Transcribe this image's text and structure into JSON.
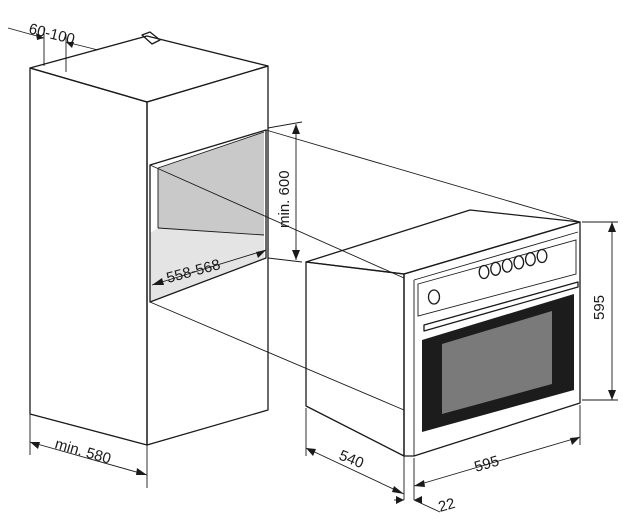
{
  "dimensions": {
    "cabinet_top_gap": "60-100",
    "niche_height": "min. 600",
    "niche_width": "558-568",
    "cabinet_depth": "min. 580",
    "oven_height": "595",
    "oven_width": "595",
    "oven_depth": "540",
    "oven_front_thickness": "22"
  },
  "colors": {
    "line": "#1a1a1a",
    "niche_back": "#c9c9c9",
    "niche_floor": "#e4e4e4",
    "oven_window": "#7a7a7a",
    "oven_window_frame": "#1c1c1c"
  },
  "oven": {
    "knob_count": 6
  }
}
